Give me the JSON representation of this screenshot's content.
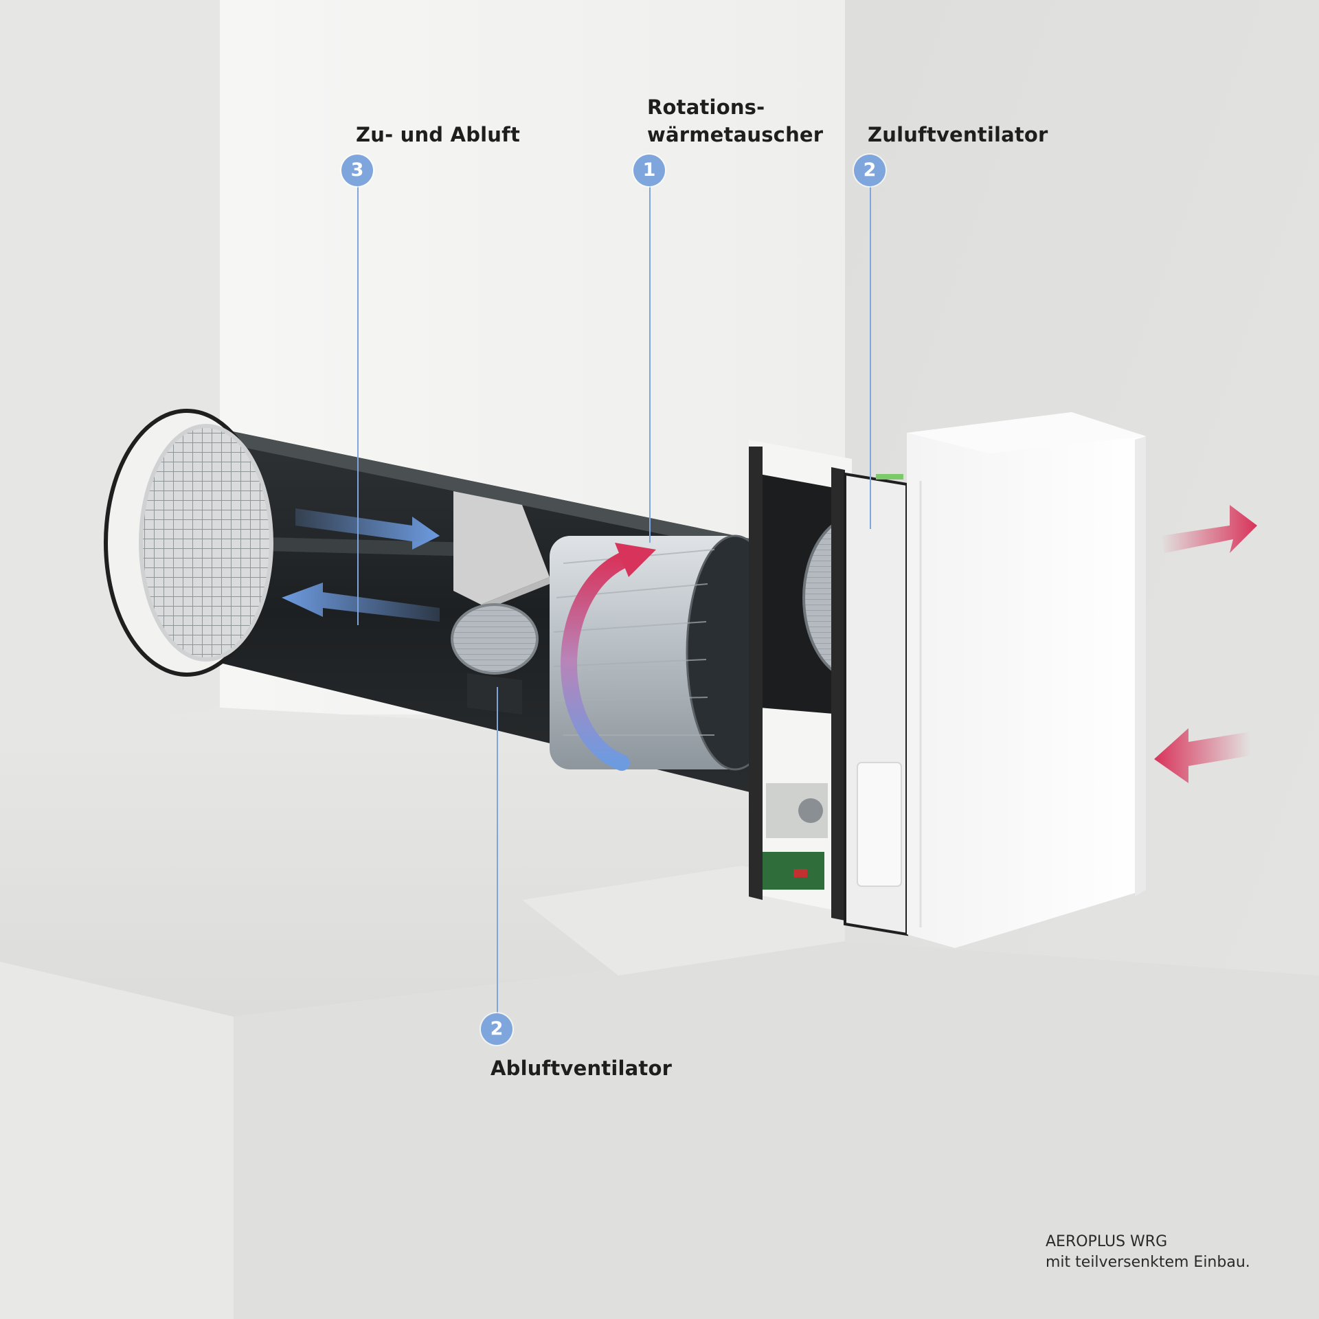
{
  "callouts": [
    {
      "id": "rotations-waermetauscher",
      "number": "1",
      "title_lines": [
        "Rotations-",
        "wärmetauscher"
      ]
    },
    {
      "id": "zuluftventilator",
      "number": "2",
      "title": "Zuluftventilator"
    },
    {
      "id": "zu-und-abluft",
      "number": "3",
      "title": "Zu- und Abluft"
    },
    {
      "id": "abluftventilator",
      "number": "2",
      "title": "Abluftventilator"
    }
  ],
  "caption": {
    "line1": "AEROPLUS WRG",
    "line2": "mit teilversenktem Einbau."
  },
  "colors": {
    "badge": "#7fa6dc",
    "leader_line": "#7fa6dc",
    "arrow_warm": "#d8335a",
    "arrow_cool": "#6d9be0",
    "wall": "#f3f3f2",
    "sill": "#e1e1df"
  },
  "icons": [
    "airflow-out-arrow",
    "airflow-in-arrow",
    "rotation-arrow"
  ]
}
